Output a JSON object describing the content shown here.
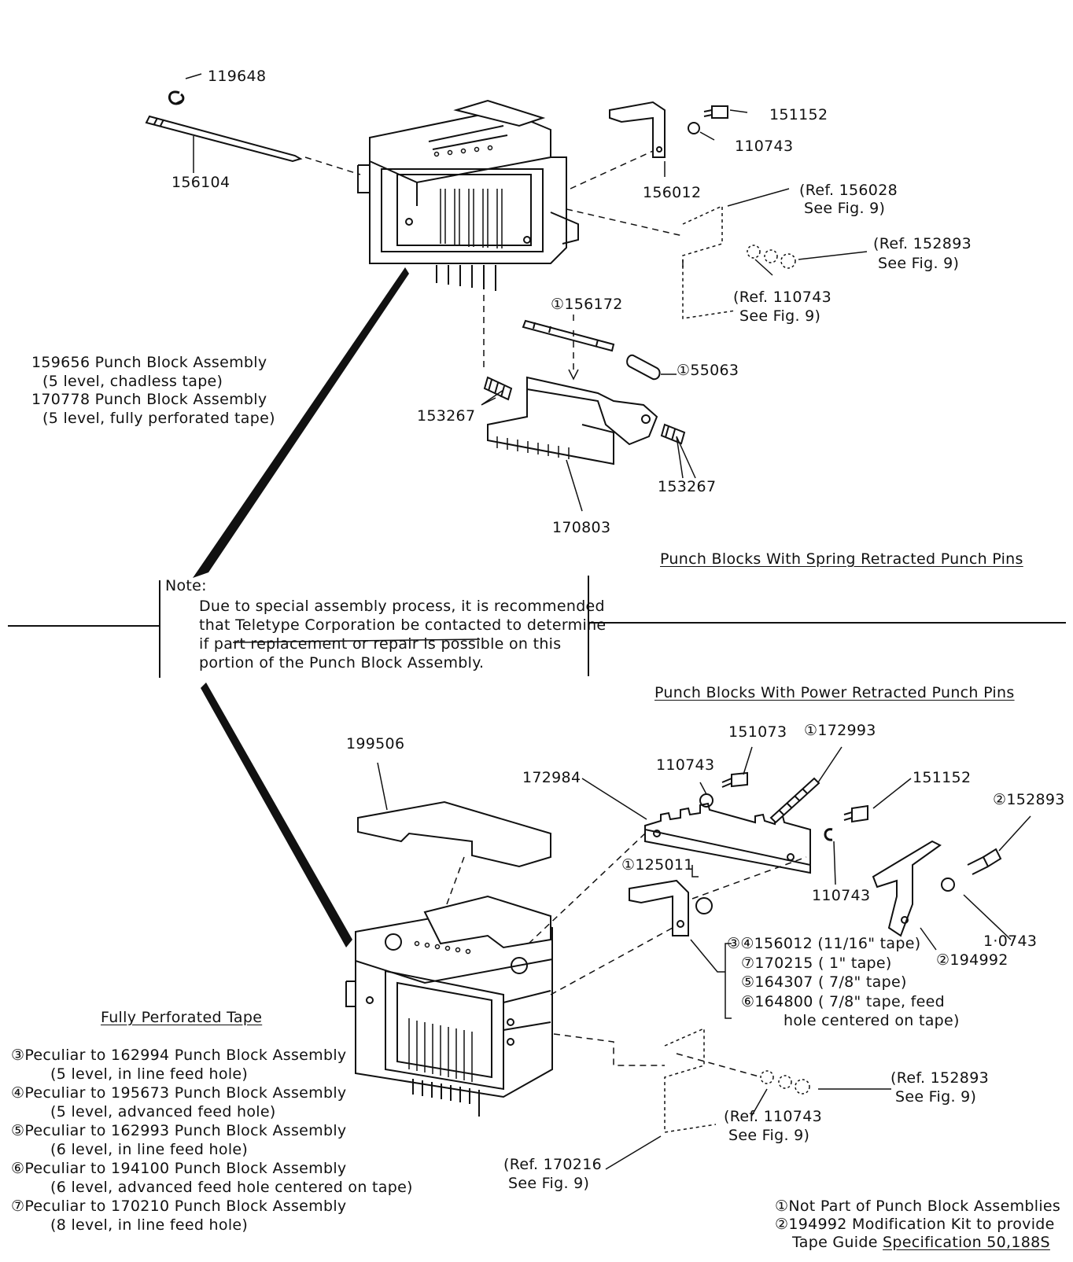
{
  "top_parts": {
    "p119648": "119648",
    "p156104": "156104",
    "p151152": "151152",
    "p110743": "110743",
    "p156012": "156012",
    "ref156028_a": "(Ref. 156028",
    "ref156028_b": "See Fig. 9)",
    "ref152893_a": "(Ref. 152893",
    "ref152893_b": "See Fig. 9)",
    "ref110743_a": "(Ref. 110743",
    "ref110743_b": "See Fig. 9)",
    "p156172": "①156172",
    "p55063": "①55063",
    "p153267_left": "153267",
    "p153267_right": "153267",
    "p170803": "170803"
  },
  "assembly_desc": [
    "159656 Punch Block Assembly",
    "(5 level, chadless tape)",
    "170778 Punch Block Assembly",
    "(5 level, fully perforated tape)"
  ],
  "section_titles": {
    "spring": "Punch Blocks With Spring Retracted Punch Pins",
    "power": "Punch Blocks With Power Retracted Punch Pins",
    "fully_perforated": "Fully Perforated Tape"
  },
  "note": {
    "heading": "Note:",
    "lines": [
      "Due to special assembly process, it is recommended",
      "that Teletype Corporation be contacted to determine",
      "if part replacement or repair is possible on this",
      "portion of the Punch Block Assembly."
    ]
  },
  "bottom_parts": {
    "p199506": "199506",
    "p151073": "151073",
    "p172993": "①172993",
    "p172984": "172984",
    "p110743_top": "110743",
    "p151152": "151152",
    "p152893": "②152893",
    "p125011": "①125011",
    "p110743_mid": "110743",
    "p110743_right": "1·0743",
    "p194992": "②194992",
    "ref152893_a": "(Ref. 152893",
    "ref152893_b": "See Fig. 9)",
    "ref110743_a": "(Ref. 110743",
    "ref110743_b": "See Fig. 9)",
    "ref170216_a": "(Ref. 170216",
    "ref170216_b": "See Fig. 9)"
  },
  "guide_options": [
    "③④156012 (11/16\" tape)",
    "⑦170215 (  1\" tape)",
    "⑤164307 ( 7/8\" tape)",
    "⑥164800 ( 7/8\" tape, feed",
    "hole centered on tape)"
  ],
  "peculiar_list": [
    "③Peculiar to 162994 Punch Block Assembly",
    "(5 level, in line feed hole)",
    "④Peculiar to 195673 Punch Block Assembly",
    "(5 level, advanced feed hole)",
    "⑤Peculiar to 162993 Punch Block Assembly",
    "(6 level, in line feed hole)",
    "⑥Peculiar to 194100 Punch Block Assembly",
    "(6 level, advanced feed hole centered on tape)",
    "⑦Peculiar to 170210 Punch Block Assembly",
    "(8 level, in line feed hole)"
  ],
  "footnotes": {
    "f1": "①Not Part of Punch Block Assemblies",
    "f2": "②194992 Modification Kit to provide",
    "f3_a": "Tape Guide ",
    "f3_b": "Specification 50,188S"
  }
}
